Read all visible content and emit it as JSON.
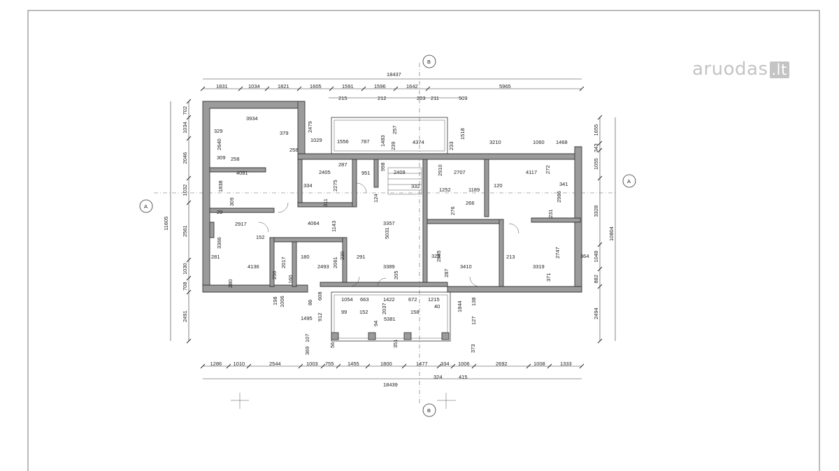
{
  "watermark": {
    "text": "aruodas",
    "suffix": ".lt"
  },
  "section_markers": {
    "top": "B",
    "bottom": "B",
    "left": "A",
    "right": "A"
  },
  "dims_top": {
    "overall": "18437",
    "row1": [
      "1831",
      "1034",
      "1821",
      "1605",
      "1591",
      "1596",
      "1642",
      "5965"
    ],
    "row2": [
      "215",
      "212",
      "203",
      "211",
      "509"
    ]
  },
  "dims_bottom": {
    "overall": "18439",
    "row1": [
      "1286",
      "1010",
      "2544",
      "1003",
      "755",
      "1455",
      "1800",
      "1477",
      "334",
      "1006",
      "2692",
      "1008",
      "1333"
    ],
    "row2": [
      "324",
      "415"
    ]
  },
  "dims_left": {
    "overall": "11605",
    "segments": [
      "702",
      "1034",
      "2046",
      "1032",
      "2561",
      "1030",
      "708",
      "2491"
    ]
  },
  "dims_right": {
    "overall": "10804",
    "segments": [
      "1655",
      "343",
      "1055",
      "3328",
      "1048",
      "882",
      "2494"
    ]
  },
  "room_labels": [
    "3934",
    "379",
    "329",
    "2640",
    "309",
    "258",
    "258",
    "2479",
    "1029",
    "1556",
    "787",
    "1483",
    "257",
    "239",
    "4374",
    "1518",
    "233",
    "3210",
    "1060",
    "1468",
    "4081",
    "1838",
    "309",
    "2405",
    "287",
    "951",
    "998",
    "2409",
    "2910",
    "2707",
    "4117",
    "272",
    "334",
    "2275",
    "311",
    "124",
    "332",
    "1252",
    "1189",
    "120",
    "341",
    "2986",
    "266",
    "276",
    "231",
    "29",
    "2917",
    "152",
    "4064",
    "1143",
    "3357",
    "5031",
    "3366",
    "180",
    "2061",
    "230",
    "291",
    "323",
    "2885",
    "287",
    "213",
    "2747",
    "281",
    "4136",
    "2017",
    "2493",
    "3389",
    "3410",
    "3319",
    "364",
    "280",
    "250",
    "160",
    "205",
    "371",
    "198",
    "1006",
    "86",
    "608",
    "1054",
    "663",
    "1422",
    "672",
    "1215",
    "40",
    "138",
    "1844",
    "912",
    "99",
    "152",
    "2037",
    "158",
    "94",
    "5381",
    "127",
    "1495",
    "369",
    "107",
    "56",
    "351",
    "373"
  ]
}
